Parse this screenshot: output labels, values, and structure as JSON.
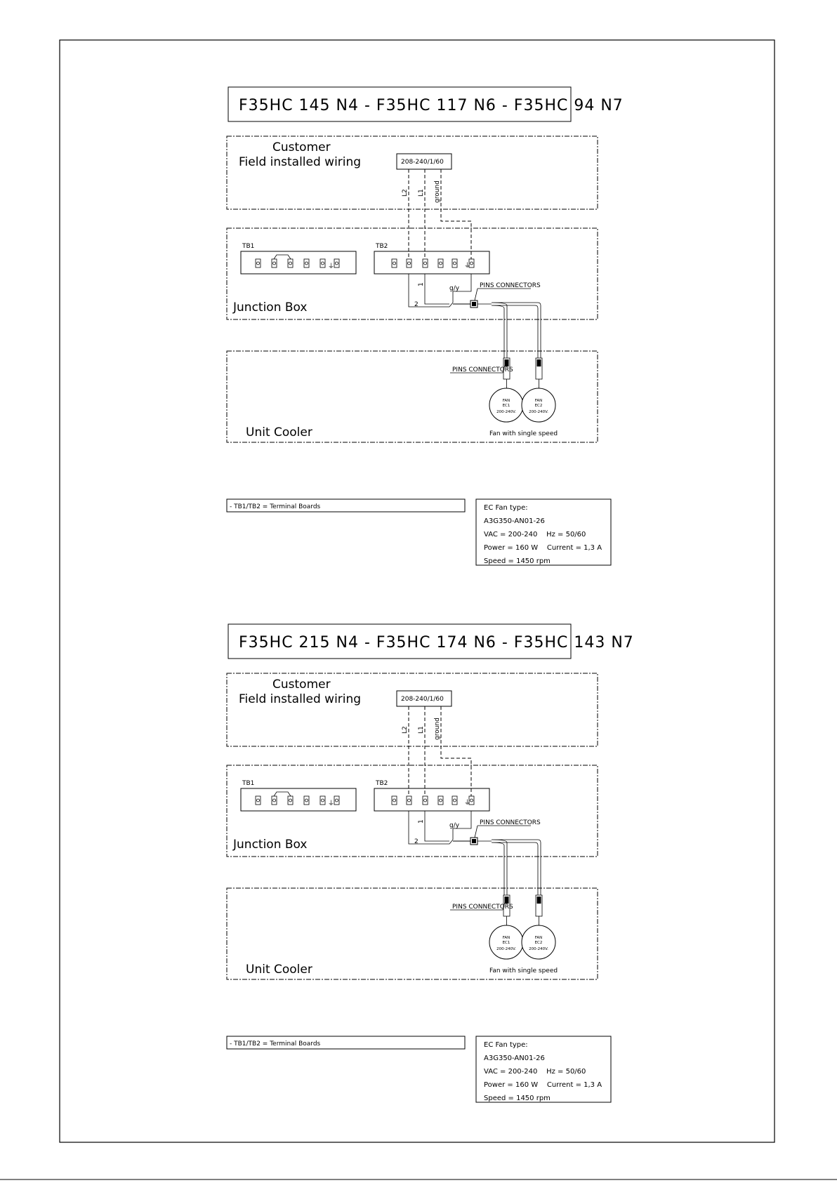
{
  "diagrams": [
    {
      "title": "F35HC 145 N4 - F35HC 117 N6 - F35HC 94 N7",
      "customer_label": "Customer",
      "field_label": "Field installed wiring",
      "supply_label": "208-240/1/60",
      "wire_l2": "L2",
      "wire_l1": "L1",
      "wire_ground": "ground",
      "tb1_label": "TB1",
      "tb2_label": "TB2",
      "junction_label": "Junction Box",
      "wire_1": "1",
      "wire_2": "2",
      "gy_label": "g/y",
      "pins_connectors_top": "PINS CONNECTORS",
      "pins_connectors_bottom": "PINS CONNECTORS",
      "fan1": {
        "line1": "FAN",
        "line2": "EC1",
        "line3": "200-240V."
      },
      "fan2": {
        "line1": "FAN",
        "line2": "EC2",
        "line3": "200-240V."
      },
      "fan_caption": "Fan with single speed",
      "unit_label": "Unit Cooler",
      "legend": "- TB1/TB2 = Terminal Boards",
      "spec_lines": [
        "EC Fan type:",
        "A3G350-AN01-26",
        "VAC = 200-240    Hz = 50/60",
        "Power = 160 W    Current = 1,3 A",
        "Speed = 1450 rpm"
      ]
    },
    {
      "title": "F35HC 215 N4 - F35HC 174 N6 - F35HC 143 N7",
      "customer_label": "Customer",
      "field_label": "Field installed wiring",
      "supply_label": "208-240/1/60",
      "wire_l2": "L2",
      "wire_l1": "L1",
      "wire_ground": "ground",
      "tb1_label": "TB1",
      "tb2_label": "TB2",
      "junction_label": "Junction Box",
      "wire_1": "1",
      "wire_2": "2",
      "gy_label": "g/y",
      "pins_connectors_top": "PINS CONNECTORS",
      "pins_connectors_bottom": "PINS CONNECTORS",
      "fan1": {
        "line1": "FAN",
        "line2": "EC1",
        "line3": "200-240V."
      },
      "fan2": {
        "line1": "FAN",
        "line2": "EC2",
        "line3": "200-240V."
      },
      "fan_caption": "Fan with single speed",
      "unit_label": "Unit Cooler",
      "legend": "- TB1/TB2 = Terminal Boards",
      "spec_lines": [
        "EC Fan type:",
        "A3G350-AN01-26",
        "VAC = 200-240    Hz = 50/60",
        "Power = 160 W    Current = 1,3 A",
        "Speed = 1450 rpm"
      ]
    }
  ]
}
